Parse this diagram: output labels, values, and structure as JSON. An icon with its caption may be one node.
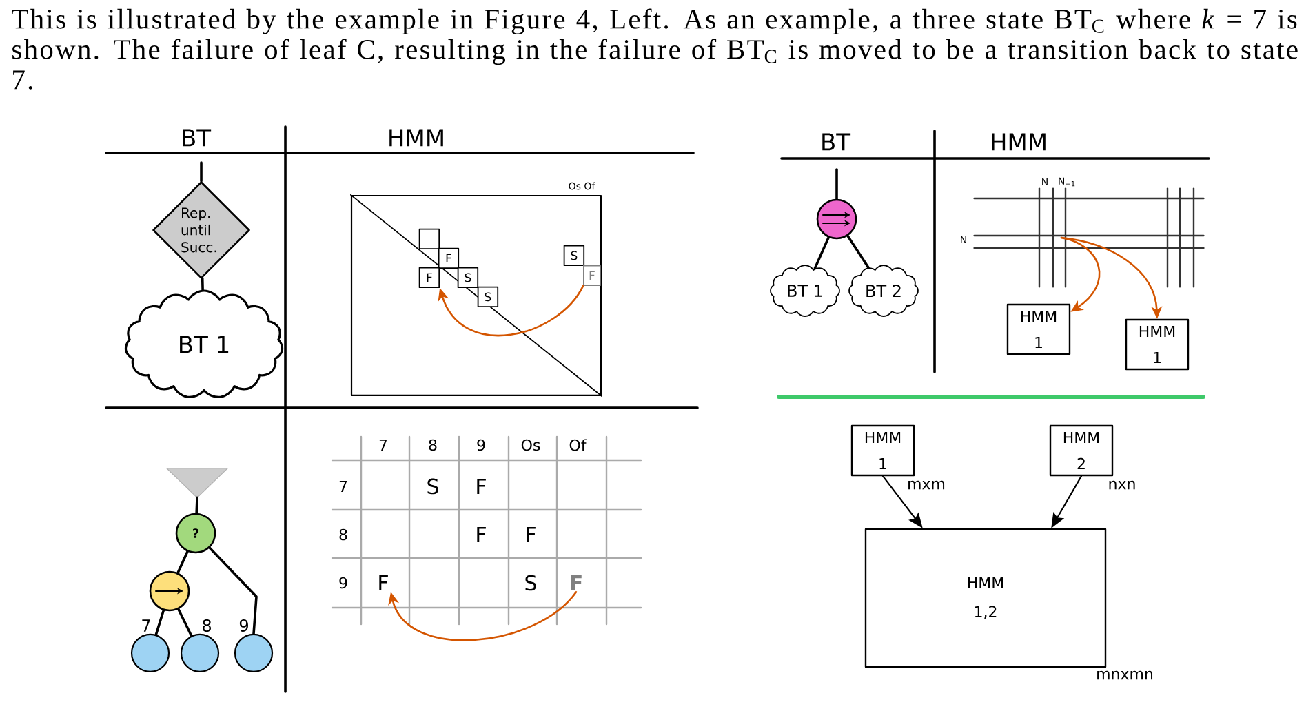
{
  "diagram": {
    "caption": "This is illustrated by the example in Figure 4, Left. As an example, a three state BT$_{C}$ where *k* = 7 is shown. The failure of leaf C, resulting in the failure of BT$_{C}$ is moved to be a transition back to state 7.",
    "nodes": [
      {
        "text": [
          "Rep. until Succ."
        ]
      },
      {
        "text": [
          "BT 1"
        ]
      },
      {
        "text": [],
        "shape": "box",
        "beside": [
          "Os Of"
        ]
      },
      {
        "text": [],
        "shape": "box",
        "in": 2
      },
      {
        "text": [
          "F"
        ],
        "in": 2
      },
      {
        "text": [
          "F"
        ],
        "in": 2
      },
      {
        "text": [
          "S"
        ],
        "in": 2
      },
      {
        "text": [
          "S"
        ],
        "in": 2
      },
      {
        "text": [
          "S"
        ],
        "in": 2
      },
      {
        "text": [
          "F"
        ],
        "in": 2
      },
      {
        "text": [],
        "shape": "triangle"
      },
      {
        "text": [
          "?"
        ]
      },
      {
        "text": [],
        "shape": "circle"
      },
      {
        "text": [],
        "shape": "circle",
        "beside": [
          "7"
        ]
      },
      {
        "text": [],
        "shape": "circle",
        "beside": [
          "8"
        ]
      },
      {
        "text": [],
        "shape": "circle",
        "beside": [
          "9"
        ]
      },
      {
        "text": [
          "F"
        ]
      },
      {
        "text": [
          "F"
        ]
      },
      {
        "text": [],
        "shape": "circle"
      },
      {
        "text": [
          "BT 1"
        ]
      },
      {
        "text": [
          "BT 2"
        ]
      },
      {
        "text": [],
        "shape": "grid",
        "beside": [
          "N",
          "N$_{+1}$",
          "N"
        ]
      },
      {
        "text": [
          "HMM 1"
        ]
      },
      {
        "text": [
          "HMM 1"
        ]
      },
      {
        "text": [
          "HMM 1"
        ],
        "beside": [
          "mxm"
        ]
      },
      {
        "text": [
          "HMM 2"
        ],
        "beside": [
          "nxn"
        ]
      },
      {
        "text": [
          "HMM 1,2"
        ],
        "beside": [
          "mnxmn"
        ]
      }
    ],
    "edges": [
      {
        "from": null,
        "to": 0,
        "arrow": "none"
      },
      {
        "from": 0,
        "to": 1,
        "arrow": "none"
      },
      {
        "from": 9,
        "to": 5,
        "arrow": "to",
        "color": "#d45500"
      },
      {
        "from": 10,
        "to": 11,
        "arrow": "none"
      },
      {
        "from": 11,
        "to": 12,
        "arrow": "none"
      },
      {
        "from": 12,
        "to": 13,
        "arrow": "none"
      },
      {
        "from": 12,
        "to": 14,
        "arrow": "none"
      },
      {
        "from": 11,
        "to": 15,
        "arrow": "none"
      },
      {
        "from": 17,
        "to": 16,
        "arrow": "to",
        "color": "#d45500"
      },
      {
        "from": null,
        "to": 18,
        "arrow": "none"
      },
      {
        "from": 18,
        "to": 19,
        "arrow": "none"
      },
      {
        "from": 18,
        "to": 20,
        "arrow": "none"
      },
      {
        "from": 21,
        "to": 22,
        "arrow": "to",
        "color": "#d45500"
      },
      {
        "from": 21,
        "to": 23,
        "arrow": "to",
        "color": "#d45500"
      },
      {
        "from": 24,
        "to": 26,
        "arrow": "to"
      },
      {
        "from": 25,
        "to": 26,
        "arrow": "to"
      }
    ],
    "labels": [
      "BT",
      "HMM",
      "7",
      "8",
      "9",
      "Os",
      "Of",
      "7",
      "S",
      "F",
      "8",
      "F",
      "F",
      "9",
      "S",
      "BT",
      "HMM"
    ]
  }
}
